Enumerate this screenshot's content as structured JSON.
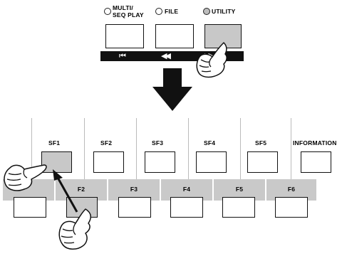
{
  "top_panel": {
    "multi_seq_play_label_line1": "MULTI/",
    "multi_seq_play_label_line2": "SEQ PLAY",
    "file_label": "FILE",
    "utility_label": "UTILITY",
    "utility_active": true
  },
  "transport": {
    "rewind_start_glyph": "⏮",
    "rewind_glyph": "◀◀",
    "forward_glyph": "▶▶"
  },
  "sub_function_buttons": [
    {
      "label": "SF1",
      "pressed": true
    },
    {
      "label": "SF2",
      "pressed": false
    },
    {
      "label": "SF3",
      "pressed": false
    },
    {
      "label": "SF4",
      "pressed": false
    },
    {
      "label": "SF5",
      "pressed": false
    },
    {
      "label": "INFORMATION",
      "pressed": false
    }
  ],
  "function_buttons": [
    {
      "label": "",
      "pressed": false
    },
    {
      "label": "F2",
      "pressed": true
    },
    {
      "label": "F3",
      "pressed": false
    },
    {
      "label": "F4",
      "pressed": false
    },
    {
      "label": "F5",
      "pressed": false
    },
    {
      "label": "F6",
      "pressed": false
    }
  ],
  "colors": {
    "button_pressed": "#c8c8c8",
    "tab_gray": "#c9c9c9",
    "transport_bar": "#111111",
    "arrow": "#111111"
  },
  "icons": {
    "down_arrow": "down-arrow-icon",
    "pointing_hand": "pointing-hand-icon",
    "diagonal_arrow": "diagonal-arrow-icon"
  }
}
